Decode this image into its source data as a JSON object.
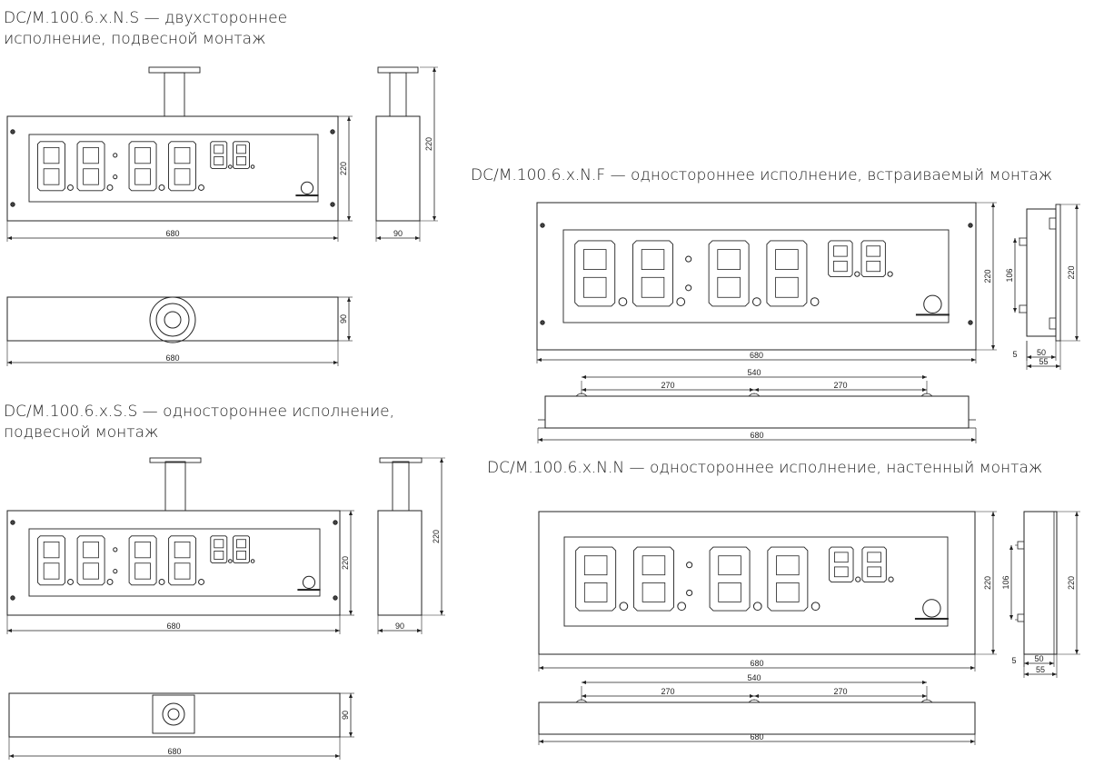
{
  "captions": {
    "ns": {
      "line1": "DC/M.100.6.x.N.S — двухстороннее",
      "line2": "исполнение, подвесной монтаж"
    },
    "ss": {
      "line1": "DC/M.100.6.x.S.S — одностороннее исполнение,",
      "line2": "подвесной монтаж"
    },
    "nf": {
      "line1": "DC/M.100.6.x.N.F — одностороннее исполнение, встраиваемый монтаж"
    },
    "nn": {
      "line1": "DC/M.100.6.x.N.N — одностороннее исполнение, настенный монтаж"
    }
  },
  "dims": {
    "width": "680",
    "height": "220",
    "depth": "90",
    "window_height": "106",
    "rim": "5",
    "body_depth": "50",
    "total_depth": "55",
    "bracket_span": "540",
    "bracket_half": "270"
  }
}
